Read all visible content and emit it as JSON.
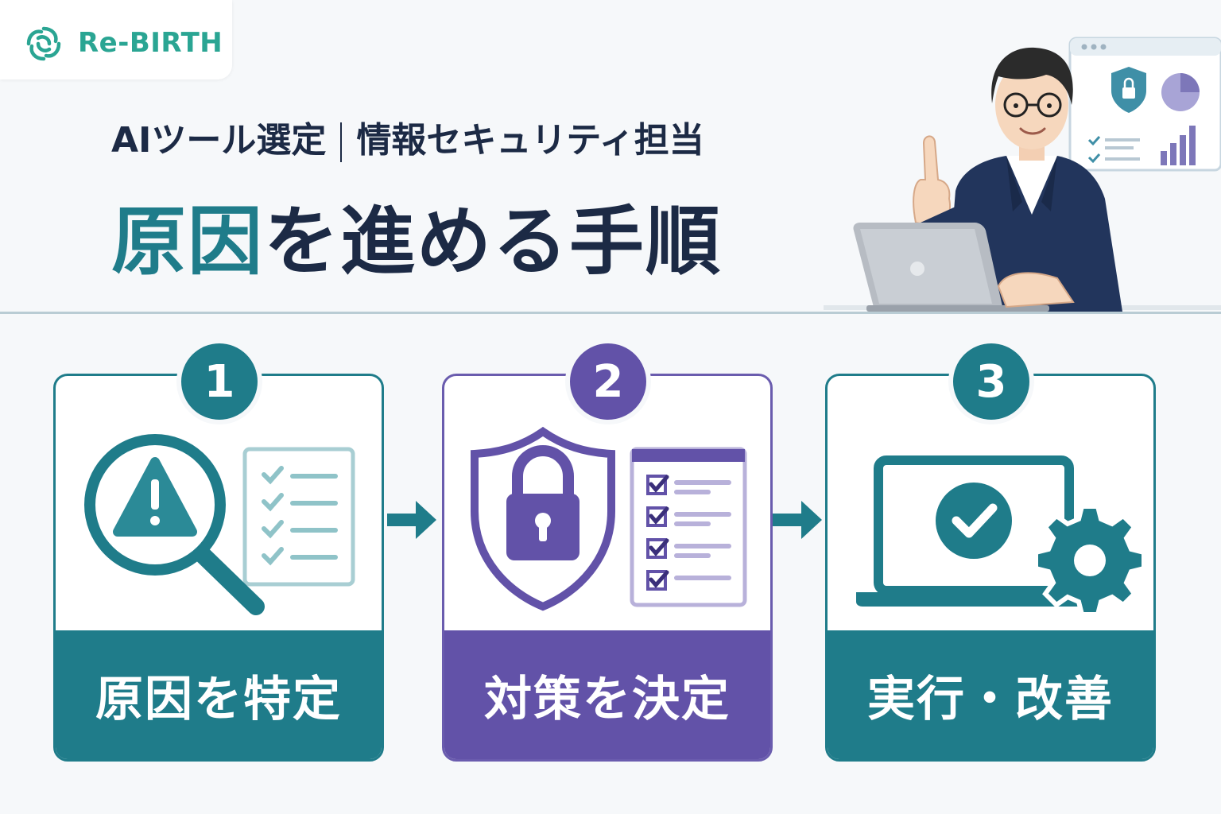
{
  "brand": {
    "name": "Re-BIRTH",
    "color": "#2aa593"
  },
  "header": {
    "subtitle_left": "AIツール選定",
    "subtitle_right": "情報セキュリティ担当",
    "headline_highlight": "原因",
    "headline_rest": "を進める手順"
  },
  "colors": {
    "teal": "#1f7c8a",
    "purple": "#6252a8",
    "navy": "#1c2a45"
  },
  "steps": [
    {
      "number": "1",
      "label": "原因を特定",
      "icon": "magnifier-warning-checklist-icon",
      "color": "#1f7c8a"
    },
    {
      "number": "2",
      "label": "対策を決定",
      "icon": "shield-lock-checklist-icon",
      "color": "#6252a8"
    },
    {
      "number": "3",
      "label": "実行・改善",
      "icon": "laptop-check-gear-icon",
      "color": "#1f7c8a"
    }
  ]
}
